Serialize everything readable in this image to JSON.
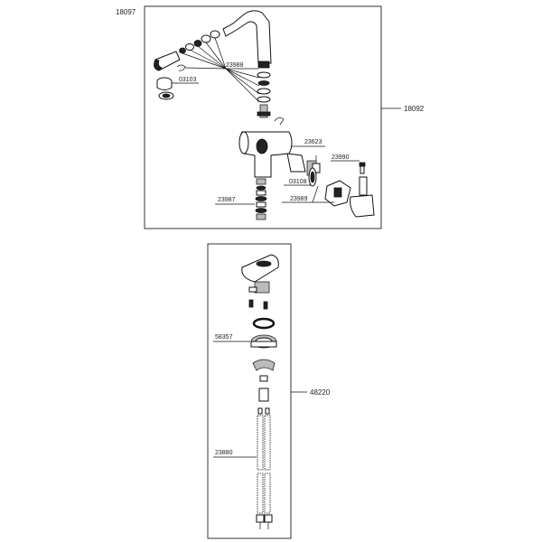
{
  "top_panel": {
    "assembly_label": "18097",
    "ref_label": "18092",
    "parts": {
      "p23988": "23988",
      "p03103": "03103",
      "p23623": "23623",
      "p23990": "23990",
      "p03108": "03108",
      "p23989": "23989",
      "p23987": "23987"
    }
  },
  "bottom_panel": {
    "ref_label": "48220",
    "parts": {
      "p58357": "58357",
      "p23880": "23880"
    }
  }
}
